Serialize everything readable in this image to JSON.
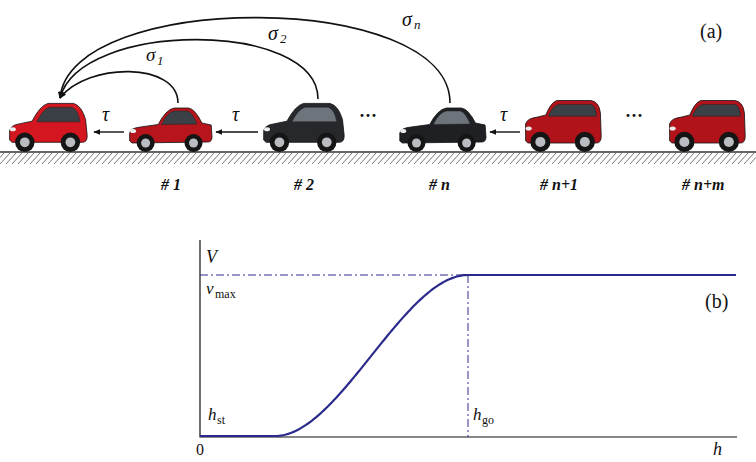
{
  "diagram": {
    "labels": [
      "σ",
      "n",
      "σ",
      "2",
      "σ",
      "1",
      "(a)",
      "τ",
      "τ",
      "τ",
      "# 1",
      "# 2",
      "···",
      "# n",
      "···",
      "# n+1",
      "# n+m",
      "(b)",
      "V",
      "v",
      "max",
      "h",
      "st",
      "h",
      "go",
      "0",
      "h"
    ]
  }
}
